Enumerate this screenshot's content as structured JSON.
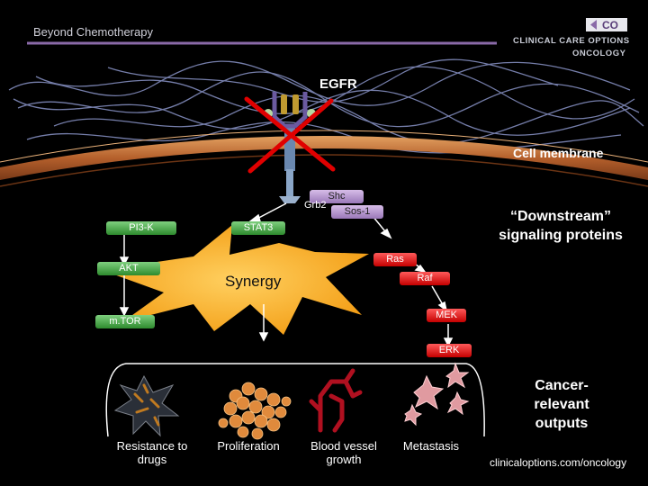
{
  "header": {
    "title": "Beyond Chemotherapy",
    "logo_lines": [
      "CLINICAL CARE OPTIONS",
      "ONCOLOGY"
    ]
  },
  "diagram": {
    "receptor_label": "EGFR",
    "membrane_label": "Cell membrane",
    "adapters": [
      "Shc",
      "Grb2",
      "Sos-1"
    ],
    "left_nodes": [
      "PI3-K",
      "AKT",
      "m.TOR"
    ],
    "center_nodes": [
      "STAT3",
      "Synergy"
    ],
    "right_nodes": [
      "Ras",
      "Raf",
      "MEK",
      "ERK"
    ],
    "downstream_label": "“Downstream” signaling proteins",
    "outputs_label": "Cancer-relevant outputs",
    "outputs": [
      "Resistance to drugs",
      "Proliferation",
      "Blood vessel growth",
      "Metastasis"
    ]
  },
  "footer": {
    "url": "clinicaloptions.com/oncology"
  },
  "colors": {
    "background": "#000000",
    "node_green": "#3a9a3a",
    "node_red": "#d81010",
    "adapter_purple": "#b89ad0",
    "synergy_burst": "#f5a21c",
    "membrane": "#b8642e",
    "inhibition_x": "#e00000"
  }
}
